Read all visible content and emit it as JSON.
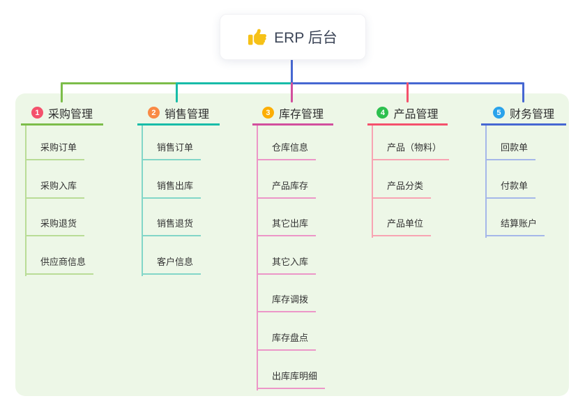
{
  "root": {
    "title": "ERP 后台",
    "icon": "thumbs-up-icon",
    "icon_color": "#f6c117"
  },
  "theme": {
    "canvas_bg": "#ffffff",
    "panel_bg": "#edf7e7",
    "root_text_color": "#3c4557",
    "node_text_color": "#333333",
    "trunk_color": "#4667d2"
  },
  "branches": [
    {
      "badge": "1",
      "label": "采购管理",
      "badge_color": "#f4516c",
      "line_color": "#7cbd4a",
      "child_line_color": "#b9dc96",
      "children": [
        "采购订单",
        "采购入库",
        "采购退货",
        "供应商信息"
      ]
    },
    {
      "badge": "2",
      "label": "销售管理",
      "badge_color": "#f98a45",
      "line_color": "#18bca8",
      "child_line_color": "#82d6c8",
      "children": [
        "销售订单",
        "销售出库",
        "销售退货",
        "客户信息"
      ]
    },
    {
      "badge": "3",
      "label": "库存管理",
      "badge_color": "#fcae04",
      "line_color": "#d24f9d",
      "child_line_color": "#ec96c8",
      "children": [
        "仓库信息",
        "产品库存",
        "其它出库",
        "其它入库",
        "库存调拨",
        "库存盘点",
        "出库库明细"
      ]
    },
    {
      "badge": "4",
      "label": "产品管理",
      "badge_color": "#2dc04f",
      "line_color": "#f4516c",
      "child_line_color": "#f8a4b3",
      "children": [
        "产品（物料）",
        "产品分类",
        "产品单位"
      ]
    },
    {
      "badge": "5",
      "label": "财务管理",
      "badge_color": "#2aa3eb",
      "line_color": "#4667d2",
      "child_line_color": "#a5b7e9",
      "children": [
        "回款单",
        "付款单",
        "结算账户"
      ]
    }
  ]
}
